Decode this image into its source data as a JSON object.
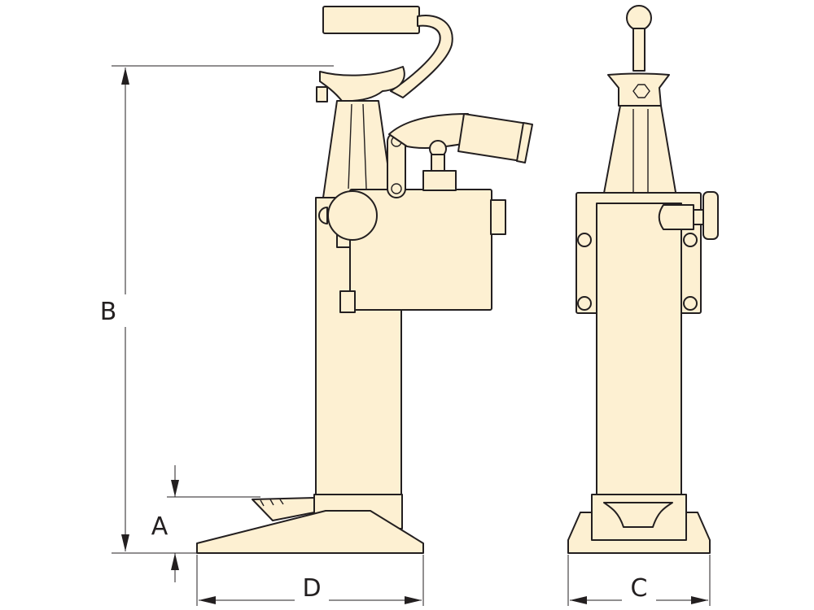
{
  "colors": {
    "body": "#fdf0d2",
    "ink": "#231f20"
  },
  "dimensions": {
    "a": "A",
    "b": "B",
    "c": "C",
    "d": "D"
  },
  "views": {
    "side": {
      "icon": "toe-jack-side-view"
    },
    "front": {
      "icon": "toe-jack-front-view"
    }
  }
}
